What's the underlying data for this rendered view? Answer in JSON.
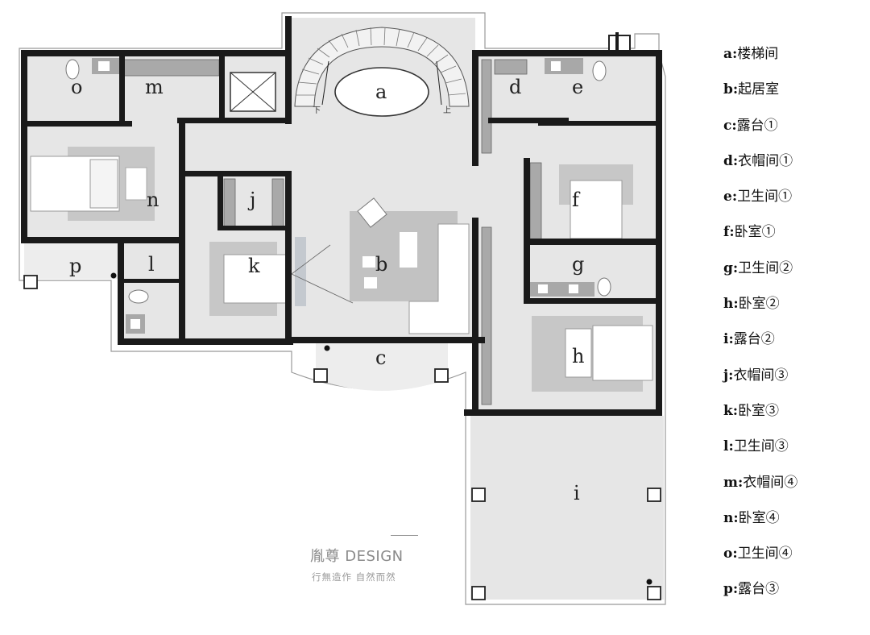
{
  "plan": {
    "rooms": [
      {
        "letter": "a"
      },
      {
        "letter": "b"
      },
      {
        "letter": "c"
      },
      {
        "letter": "d"
      },
      {
        "letter": "e"
      },
      {
        "letter": "f"
      },
      {
        "letter": "g"
      },
      {
        "letter": "h"
      },
      {
        "letter": "i"
      },
      {
        "letter": "j"
      },
      {
        "letter": "k"
      },
      {
        "letter": "l"
      },
      {
        "letter": "m"
      },
      {
        "letter": "n"
      },
      {
        "letter": "o"
      },
      {
        "letter": "p"
      }
    ],
    "stair_marks": {
      "down": "下",
      "up": "上"
    }
  },
  "legend": [
    {
      "key": "a:",
      "name": "楼梯间"
    },
    {
      "key": "b:",
      "name": "起居室"
    },
    {
      "key": "c:",
      "name": "露台①"
    },
    {
      "key": "d:",
      "name": "衣帽间①"
    },
    {
      "key": "e:",
      "name": "卫生间①"
    },
    {
      "key": "f:",
      "name": "卧室①"
    },
    {
      "key": "g:",
      "name": "卫生间②"
    },
    {
      "key": "h:",
      "name": "卧室②"
    },
    {
      "key": "i:",
      "name": "露台②"
    },
    {
      "key": "j:",
      "name": "衣帽间③"
    },
    {
      "key": "k:",
      "name": "卧室③"
    },
    {
      "key": "l:",
      "name": "卫生间③"
    },
    {
      "key": "m:",
      "name": "衣帽间④"
    },
    {
      "key": "n:",
      "name": "卧室④"
    },
    {
      "key": "o:",
      "name": "卫生间④"
    },
    {
      "key": "p:",
      "name": "露台③"
    }
  ],
  "brand": {
    "name": "胤尊 DESIGN",
    "slogan": "行無造作 自然而然"
  },
  "colors": {
    "wall": "#1a1a1a",
    "floor": "#e6e6e6",
    "rug": "#c2c2c2",
    "closet": "#a9a9a9",
    "outline": "#8f8f8f"
  }
}
